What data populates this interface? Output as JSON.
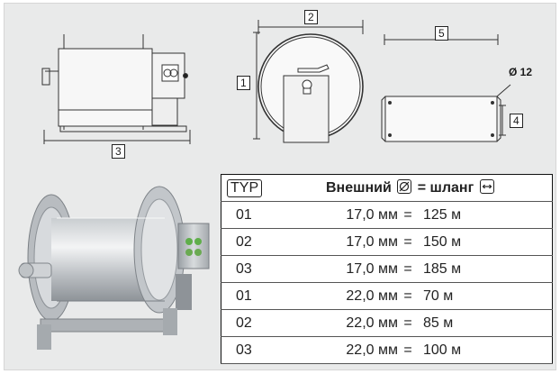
{
  "callouts": {
    "width_drum": "2",
    "height": "1",
    "width_box": "5",
    "box_height": "4",
    "hole_diameter": "Ø 12",
    "total_width": "3"
  },
  "spec_table": {
    "header": {
      "typ": "TYP",
      "outer_label": "Внешний",
      "equals": "=",
      "hose_label": "шланг"
    },
    "rows": [
      {
        "typ": "01",
        "diameter": "17,0 мм",
        "eq": "=",
        "length": "125 м"
      },
      {
        "typ": "02",
        "diameter": "17,0 мм",
        "eq": "=",
        "length": "150 м"
      },
      {
        "typ": "03",
        "diameter": "17,0 мм",
        "eq": "=",
        "length": "185 м"
      },
      {
        "typ": "01",
        "diameter": "22,0 мм",
        "eq": "=",
        "length": "70 м"
      },
      {
        "typ": "02",
        "diameter": "22,0 мм",
        "eq": "=",
        "length": "85 м"
      },
      {
        "typ": "03",
        "diameter": "22,0 мм",
        "eq": "=",
        "length": "100 м"
      }
    ]
  },
  "colors": {
    "panel_bg": "#e9eaea",
    "line": "#333333",
    "steel_light": "#d9dcde",
    "steel_dark": "#8b9095"
  }
}
